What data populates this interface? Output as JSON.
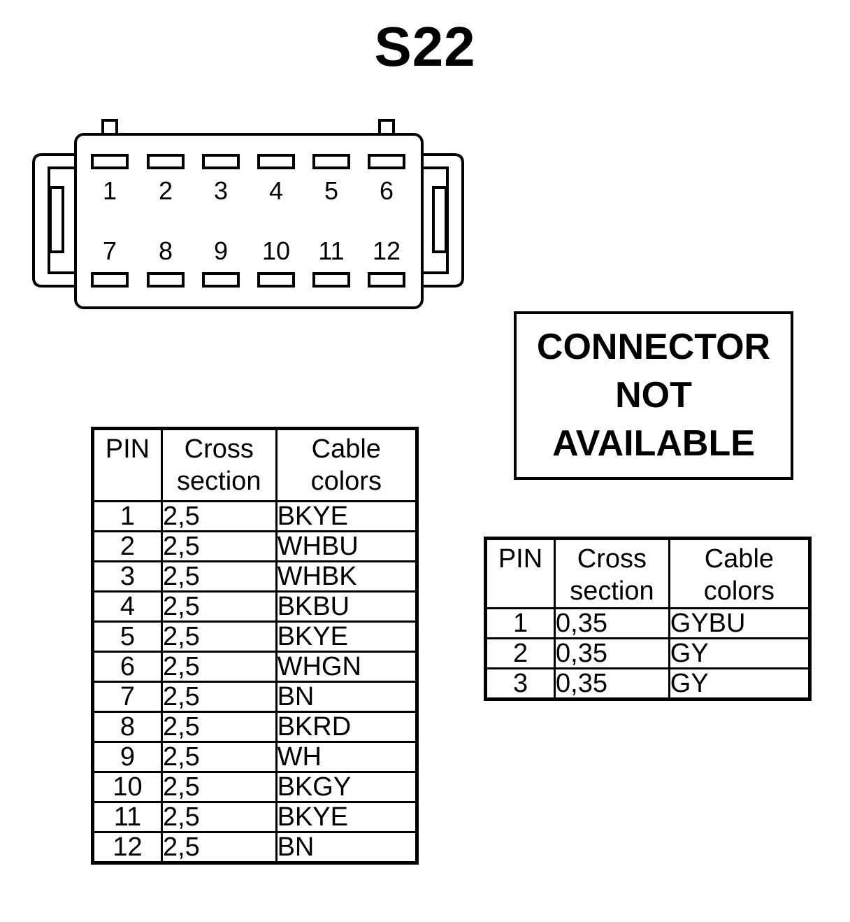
{
  "title": "S22",
  "connector": {
    "pins_top": [
      "1",
      "2",
      "3",
      "4",
      "5",
      "6"
    ],
    "pins_bottom": [
      "7",
      "8",
      "9",
      "10",
      "11",
      "12"
    ]
  },
  "notice": {
    "lines": [
      "CONNECTOR",
      "NOT",
      "AVAILABLE"
    ]
  },
  "main_table": {
    "headers": [
      [
        "PIN"
      ],
      [
        "Cross",
        "section"
      ],
      [
        "Cable",
        "colors"
      ]
    ],
    "rows": [
      [
        "1",
        "2,5",
        "BKYE"
      ],
      [
        "2",
        "2,5",
        "WHBU"
      ],
      [
        "3",
        "2,5",
        "WHBK"
      ],
      [
        "4",
        "2,5",
        "BKBU"
      ],
      [
        "5",
        "2,5",
        "BKYE"
      ],
      [
        "6",
        "2,5",
        "WHGN"
      ],
      [
        "7",
        "2,5",
        "BN"
      ],
      [
        "8",
        "2,5",
        "BKRD"
      ],
      [
        "9",
        "2,5",
        "WH"
      ],
      [
        "10",
        "2,5",
        "BKGY"
      ],
      [
        "11",
        "2,5",
        "BKYE"
      ],
      [
        "12",
        "2,5",
        "BN"
      ]
    ]
  },
  "secondary_table": {
    "headers": [
      [
        "PIN"
      ],
      [
        "Cross",
        "section"
      ],
      [
        "Cable",
        "colors"
      ]
    ],
    "rows": [
      [
        "1",
        "0,35",
        "GYBU"
      ],
      [
        "2",
        "0,35",
        "GY"
      ],
      [
        "3",
        "0,35",
        "GY"
      ]
    ]
  }
}
